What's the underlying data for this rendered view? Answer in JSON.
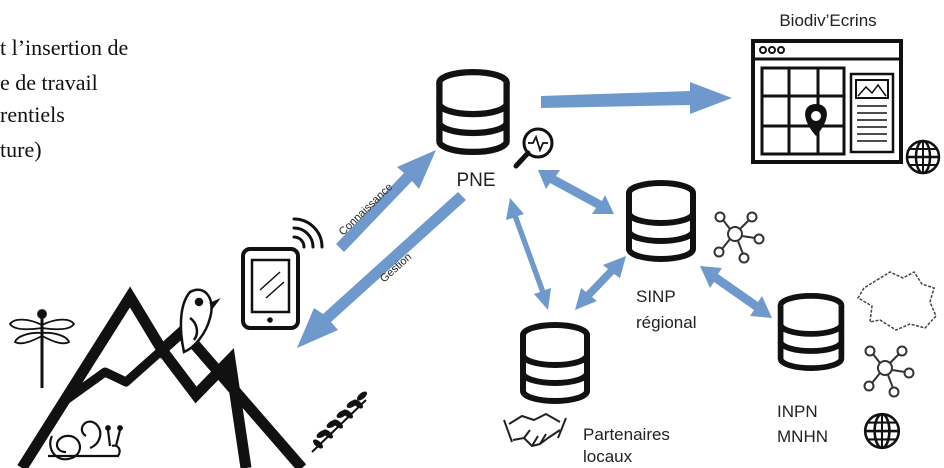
{
  "intro_text": {
    "line1": "t l’insertion de",
    "line2": "e de travail",
    "line3": "rentiels",
    "line4": "ture)"
  },
  "nodes": {
    "pne": "PNE",
    "sinp_line1": "SINP",
    "sinp_line2": "régional",
    "partenaires_line1": "Partenaires",
    "partenaires_line2": "locaux",
    "inpn_line1": "INPN",
    "inpn_line2": "MNHN",
    "biodiv": "Biodiv’Ecrins"
  },
  "arrows": {
    "connaissance": "Connaissance",
    "gestion": "Gestion"
  },
  "colors": {
    "arrow": "#6f98cc",
    "stroke": "#111111"
  }
}
